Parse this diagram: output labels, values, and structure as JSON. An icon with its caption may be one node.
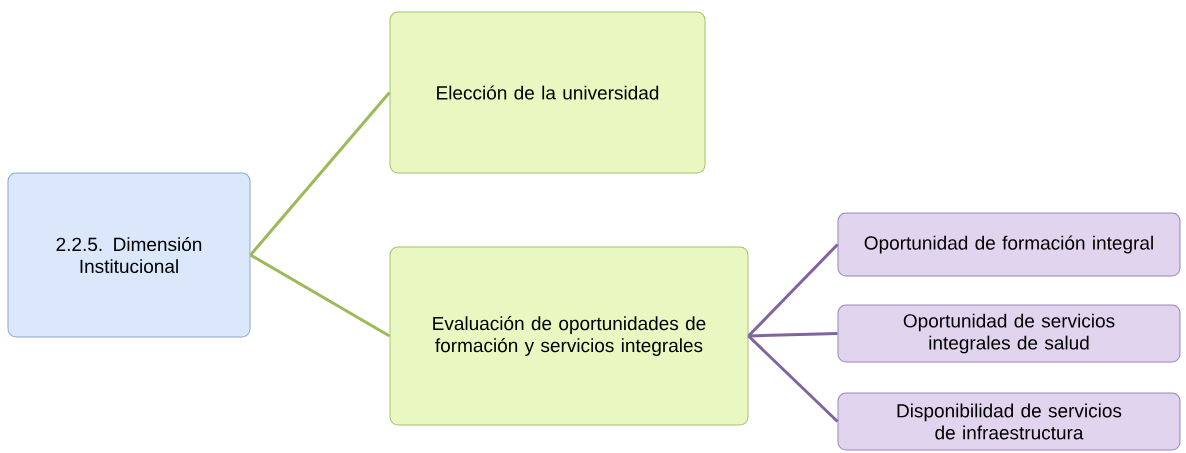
{
  "diagram": {
    "nodes": [
      {
        "text": [
          "2.2.5. Dimensión Institucional"
        ]
      },
      {
        "text": [
          "Elección de la universidad"
        ]
      },
      {
        "text": [
          "Evaluación de oportunidades de formación y servicios integrales"
        ]
      },
      {
        "text": [
          "Oportunidad de formación integral"
        ]
      },
      {
        "text": [
          "Oportunidad de servicios integrales de salud"
        ]
      },
      {
        "text": [
          "Disponibilidad de servicios de infraestructura"
        ]
      }
    ],
    "edges": [
      {
        "from": 0,
        "to": 1,
        "arrow": "none",
        "color": "#9bbb59"
      },
      {
        "from": 0,
        "to": 2,
        "arrow": "none",
        "color": "#9bbb59"
      },
      {
        "from": 2,
        "to": 3,
        "arrow": "none",
        "color": "#8064a2"
      },
      {
        "from": 2,
        "to": 4,
        "arrow": "none",
        "color": "#8064a2"
      },
      {
        "from": 2,
        "to": 5,
        "arrow": "none",
        "color": "#8064a2"
      }
    ]
  }
}
